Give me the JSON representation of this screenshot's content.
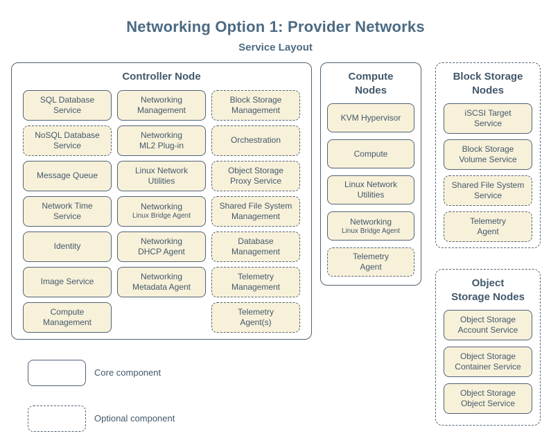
{
  "page": {
    "title": "Networking Option 1: Provider Networks",
    "subtitle": "Service Layout"
  },
  "colors": {
    "heading_text": "#4c6a82",
    "body_text": "#42586a",
    "border": "#4e6173",
    "service_box_fill": "#f8f1da",
    "background": "#ffffff"
  },
  "nodes": {
    "controller": {
      "title": "Controller Node",
      "type": "core",
      "columns": [
        [
          {
            "label": "SQL Database\nService",
            "type": "core"
          },
          {
            "label": "NoSQL Database\nService",
            "type": "optional"
          },
          {
            "label": "Message Queue",
            "type": "core"
          },
          {
            "label": "Network Time\nService",
            "type": "core"
          },
          {
            "label": "Identity",
            "type": "core"
          },
          {
            "label": "Image Service",
            "type": "core"
          },
          {
            "label": "Compute\nManagement",
            "type": "core"
          }
        ],
        [
          {
            "label": "Networking\nManagement",
            "type": "core"
          },
          {
            "label": "Networking\nML2 Plug-in",
            "type": "core"
          },
          {
            "label": "Linux Network\nUtilities",
            "type": "core"
          },
          {
            "label": "Networking",
            "sublabel": "Linux Bridge Agent",
            "type": "core"
          },
          {
            "label": "Networking\nDHCP Agent",
            "type": "core"
          },
          {
            "label": "Networking\nMetadata Agent",
            "type": "core"
          }
        ],
        [
          {
            "label": "Block Storage\nManagement",
            "type": "optional"
          },
          {
            "label": "Orchestration",
            "type": "optional"
          },
          {
            "label": "Object Storage\nProxy Service",
            "type": "optional"
          },
          {
            "label": "Shared File System\nManagement",
            "type": "optional"
          },
          {
            "label": "Database\nManagement",
            "type": "optional"
          },
          {
            "label": "Telemetry\nManagement",
            "type": "optional"
          },
          {
            "label": "Telemetry\nAgent(s)",
            "type": "optional"
          }
        ]
      ]
    },
    "compute": {
      "title": "Compute\nNodes",
      "type": "core",
      "items": [
        {
          "label": "KVM Hypervisor",
          "type": "core"
        },
        {
          "label": "Compute",
          "type": "core"
        },
        {
          "label": "Linux Network\nUtilities",
          "type": "core"
        },
        {
          "label": "Networking",
          "sublabel": "Linux Bridge Agent",
          "type": "core"
        },
        {
          "label": "Telemetry\nAgent",
          "type": "optional"
        }
      ]
    },
    "block_storage": {
      "title": "Block Storage\nNodes",
      "type": "optional",
      "items": [
        {
          "label": "iSCSI Target\nService",
          "type": "core"
        },
        {
          "label": "Block Storage\nVolume Service",
          "type": "core"
        },
        {
          "label": "Shared File System\nService",
          "type": "optional"
        },
        {
          "label": "Telemetry\nAgent",
          "type": "optional"
        }
      ]
    },
    "object_storage": {
      "title": "Object\nStorage Nodes",
      "type": "optional",
      "items": [
        {
          "label": "Object Storage\nAccount Service",
          "type": "core"
        },
        {
          "label": "Object Storage\nContainer Service",
          "type": "core"
        },
        {
          "label": "Object Storage\nObject Service",
          "type": "core"
        }
      ]
    }
  },
  "legend": [
    {
      "style": "core",
      "label": "Core component"
    },
    {
      "style": "optional",
      "label": "Optional component"
    }
  ]
}
